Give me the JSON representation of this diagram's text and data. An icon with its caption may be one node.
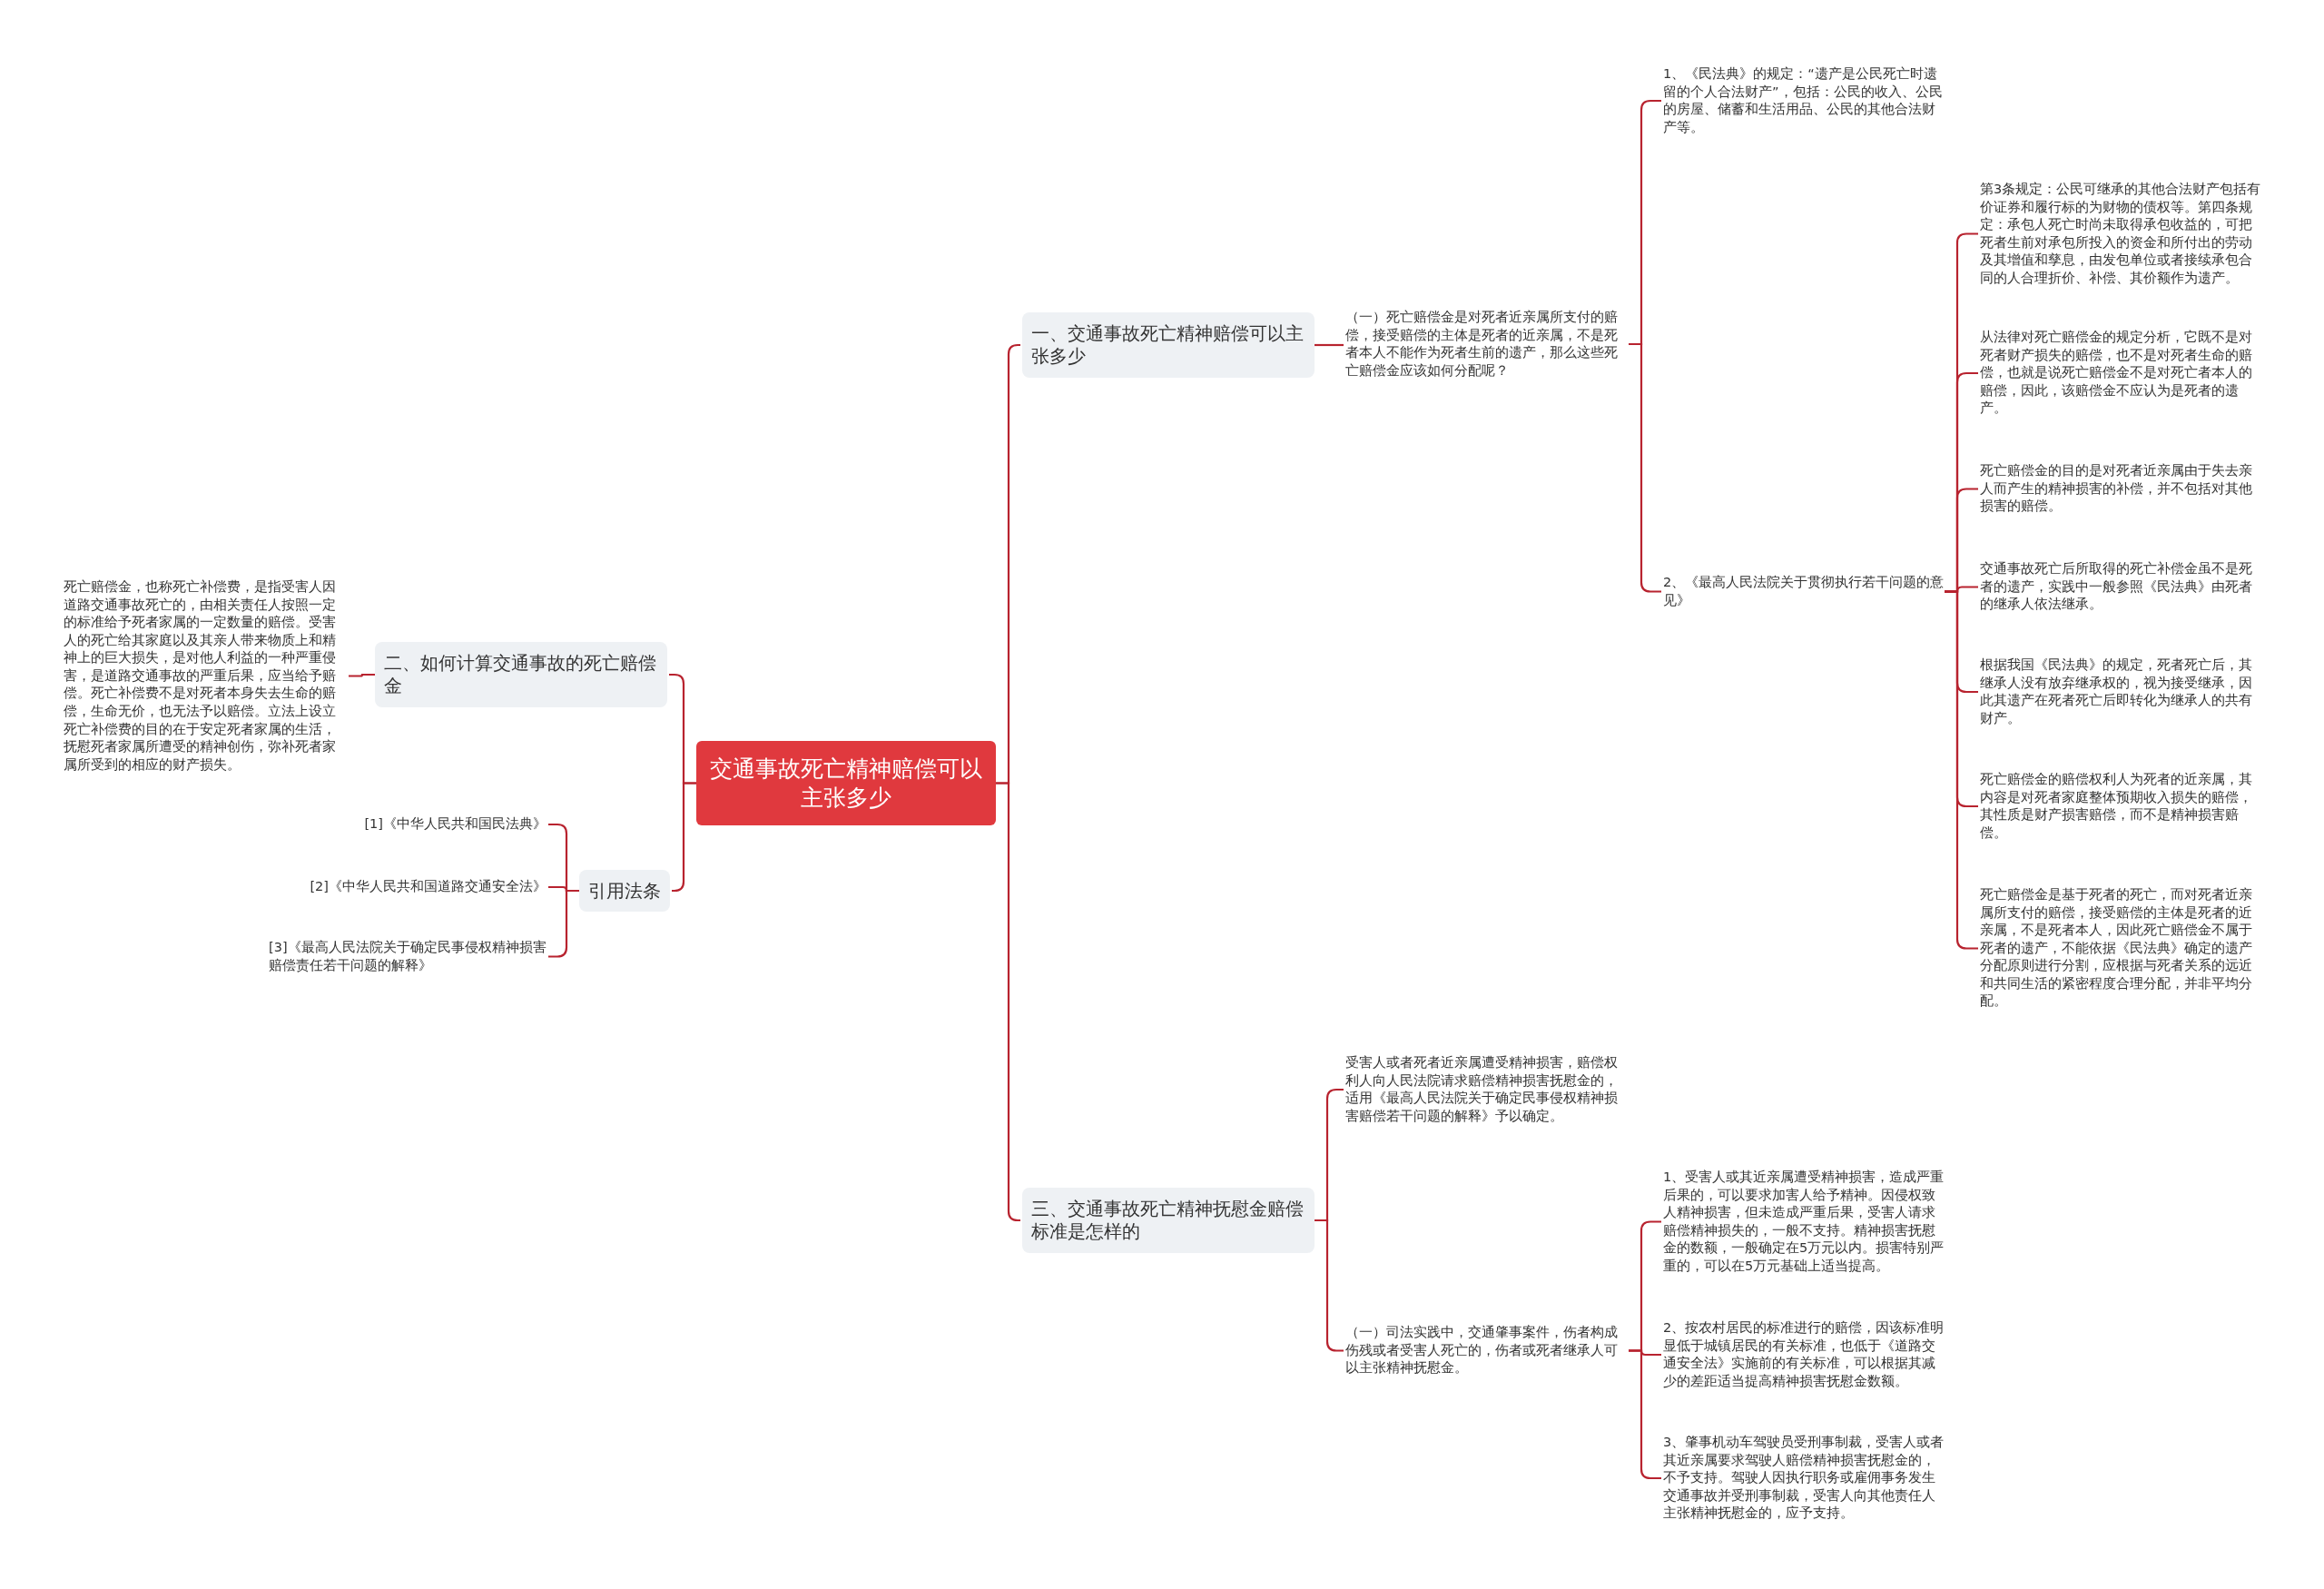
{
  "diagram": {
    "nodes": [
      {
        "text": [
          "交通事故死亡精神赔偿可以主张多少"
        ]
      },
      {
        "text": [
          "一、交通事故死亡精神赔偿可以主张多少"
        ]
      },
      {
        "text": [
          "（一）死亡赔偿金是对死者近亲属所支付的赔偿，接受赔偿的主体是死者的近亲属，不是死者本人不能作为死者生前的遗产，那么这些死亡赔偿金应该如何分配呢？"
        ]
      },
      {
        "text": [
          "1、《民法典》的规定：“遗产是公民死亡时遗留的个人合法财产”，包括：公民的收入、公民的房屋、储蓄和生活用品、公民的其他合法财产等。"
        ]
      },
      {
        "text": [
          "2、《最高人民法院关于贯彻执行若干问题的意见》"
        ]
      },
      {
        "text": [
          "第3条规定：公民可继承的其他合法财产包括有价证券和履行标的为财物的债权等。第四条规定：承包人死亡时尚未取得承包收益的，可把死者生前对承包所投入的资金和所付出的劳动及其增值和孳息，由发包单位或者接续承包合同的人合理折价、补偿、其价额作为遗产。"
        ]
      },
      {
        "text": [
          "从法律对死亡赔偿金的规定分析，它既不是对死者财产损失的赔偿，也不是对死者生命的赔偿，也就是说死亡赔偿金不是对死亡者本人的赔偿，因此，该赔偿金不应认为是死者的遗产。"
        ]
      },
      {
        "text": [
          "死亡赔偿金的目的是对死者近亲属由于失去亲人而产生的精神损害的补偿，并不包括对其他损害的赔偿。"
        ]
      },
      {
        "text": [
          "交通事故死亡后所取得的死亡补偿金虽不是死者的遗产，实践中一般参照《民法典》由死者的继承人依法继承。"
        ]
      },
      {
        "text": [
          "根据我国《民法典》的规定，死者死亡后，其继承人没有放弃继承权的，视为接受继承，因此其遗产在死者死亡后即转化为继承人的共有财产。"
        ]
      },
      {
        "text": [
          "死亡赔偿金的赔偿权利人为死者的近亲属，其内容是对死者家庭整体预期收入损失的赔偿，其性质是财产损害赔偿，而不是精神损害赔偿。"
        ]
      },
      {
        "text": [
          "死亡赔偿金是基于死者的死亡，而对死者近亲属所支付的赔偿，接受赔偿的主体是死者的近亲属，不是死者本人，因此死亡赔偿金不属于死者的遗产，不能依据《民法典》确定的遗产分配原则进行分割，应根据与死者关系的远近和共同生活的紧密程度合理分配，并非平均分配。"
        ]
      },
      {
        "text": [
          "二、如何计算交通事故的死亡赔偿金"
        ]
      },
      {
        "text": [
          "死亡赔偿金，也称死亡补偿费，是指受害人因道路交通事故死亡的，由相关责任人按照一定的标准给予死者家属的一定数量的赔偿。受害人的死亡给其家庭以及其亲人带来物质上和精神上的巨大损失，是对他人利益的一种严重侵害，是道路交通事故的严重后果，应当给予赔偿。死亡补偿费不是对死者本身失去生命的赔偿，生命无价，也无法予以赔偿。立法上设立死亡补偿费的目的在于安定死者家属的生活，抚慰死者家属所遭受的精神创伤，弥补死者家属所受到的相应的财产损失。"
        ]
      },
      {
        "text": [
          "引用法条"
        ]
      },
      {
        "text": [
          "[1]《中华人民共和国民法典》"
        ]
      },
      {
        "text": [
          "[2]《中华人民共和国道路交通安全法》"
        ]
      },
      {
        "text": [
          "[3]《最高人民法院关于确定民事侵权精神损害赔偿责任若干问题的解释》"
        ]
      },
      {
        "text": [
          "三、交通事故死亡精神抚慰金赔偿标准是怎样的"
        ]
      },
      {
        "text": [
          "受害人或者死者近亲属遭受精神损害，赔偿权利人向人民法院请求赔偿精神损害抚慰金的，适用《最高人民法院关于确定民事侵权精神损害赔偿若干问题的解释》予以确定。"
        ]
      },
      {
        "text": [
          "（一）司法实践中，交通肇事案件，伤者构成伤残或者受害人死亡的，伤者或死者继承人可以主张精神抚慰金。"
        ]
      },
      {
        "text": [
          "1、受害人或其近亲属遭受精神损害，造成严重后果的，可以要求加害人给予精神。因侵权致人精神损害，但未造成严重后果，受害人请求赔偿精神损失的，一般不支持。精神损害抚慰金的数额，一般确定在5万元以内。损害特别严重的，可以在5万元基础上适当提高。"
        ]
      },
      {
        "text": [
          "2、按农村居民的标准进行的赔偿，因该标准明显低于城镇居民的有关标准，也低于《道路交通安全法》实施前的有关标准，可以根据其减少的差距适当提高精神损害抚慰金数额。"
        ]
      },
      {
        "text": [
          "3、肇事机动车驾驶员受刑事制裁，受害人或者其近亲属要求驾驶人赔偿精神损害抚慰金的，不予支持。驾驶人因执行职务或雇佣事务发生交通事故并受刑事制裁，受害人向其他责任人主张精神抚慰金的，应予支持。"
        ]
      }
    ],
    "edges": [
      {
        "from": 0,
        "to": 1,
        "arrow": "none"
      },
      {
        "from": 1,
        "to": 2,
        "arrow": "none"
      },
      {
        "from": 2,
        "to": 3,
        "arrow": "none"
      },
      {
        "from": 2,
        "to": 4,
        "arrow": "none"
      },
      {
        "from": 4,
        "to": 5,
        "arrow": "none"
      },
      {
        "from": 4,
        "to": 6,
        "arrow": "none"
      },
      {
        "from": 4,
        "to": 7,
        "arrow": "none"
      },
      {
        "from": 4,
        "to": 8,
        "arrow": "none"
      },
      {
        "from": 4,
        "to": 9,
        "arrow": "none"
      },
      {
        "from": 4,
        "to": 10,
        "arrow": "none"
      },
      {
        "from": 4,
        "to": 11,
        "arrow": "none"
      },
      {
        "from": 0,
        "to": 12,
        "arrow": "none"
      },
      {
        "from": 12,
        "to": 13,
        "arrow": "none"
      },
      {
        "from": 0,
        "to": 14,
        "arrow": "none"
      },
      {
        "from": 14,
        "to": 15,
        "arrow": "none"
      },
      {
        "from": 14,
        "to": 16,
        "arrow": "none"
      },
      {
        "from": 14,
        "to": 17,
        "arrow": "none"
      },
      {
        "from": 0,
        "to": 18,
        "arrow": "none"
      },
      {
        "from": 18,
        "to": 19,
        "arrow": "none"
      },
      {
        "from": 18,
        "to": 20,
        "arrow": "none"
      },
      {
        "from": 20,
        "to": 21,
        "arrow": "none"
      },
      {
        "from": 20,
        "to": 22,
        "arrow": "none"
      },
      {
        "from": 20,
        "to": 23,
        "arrow": "none"
      }
    ]
  }
}
